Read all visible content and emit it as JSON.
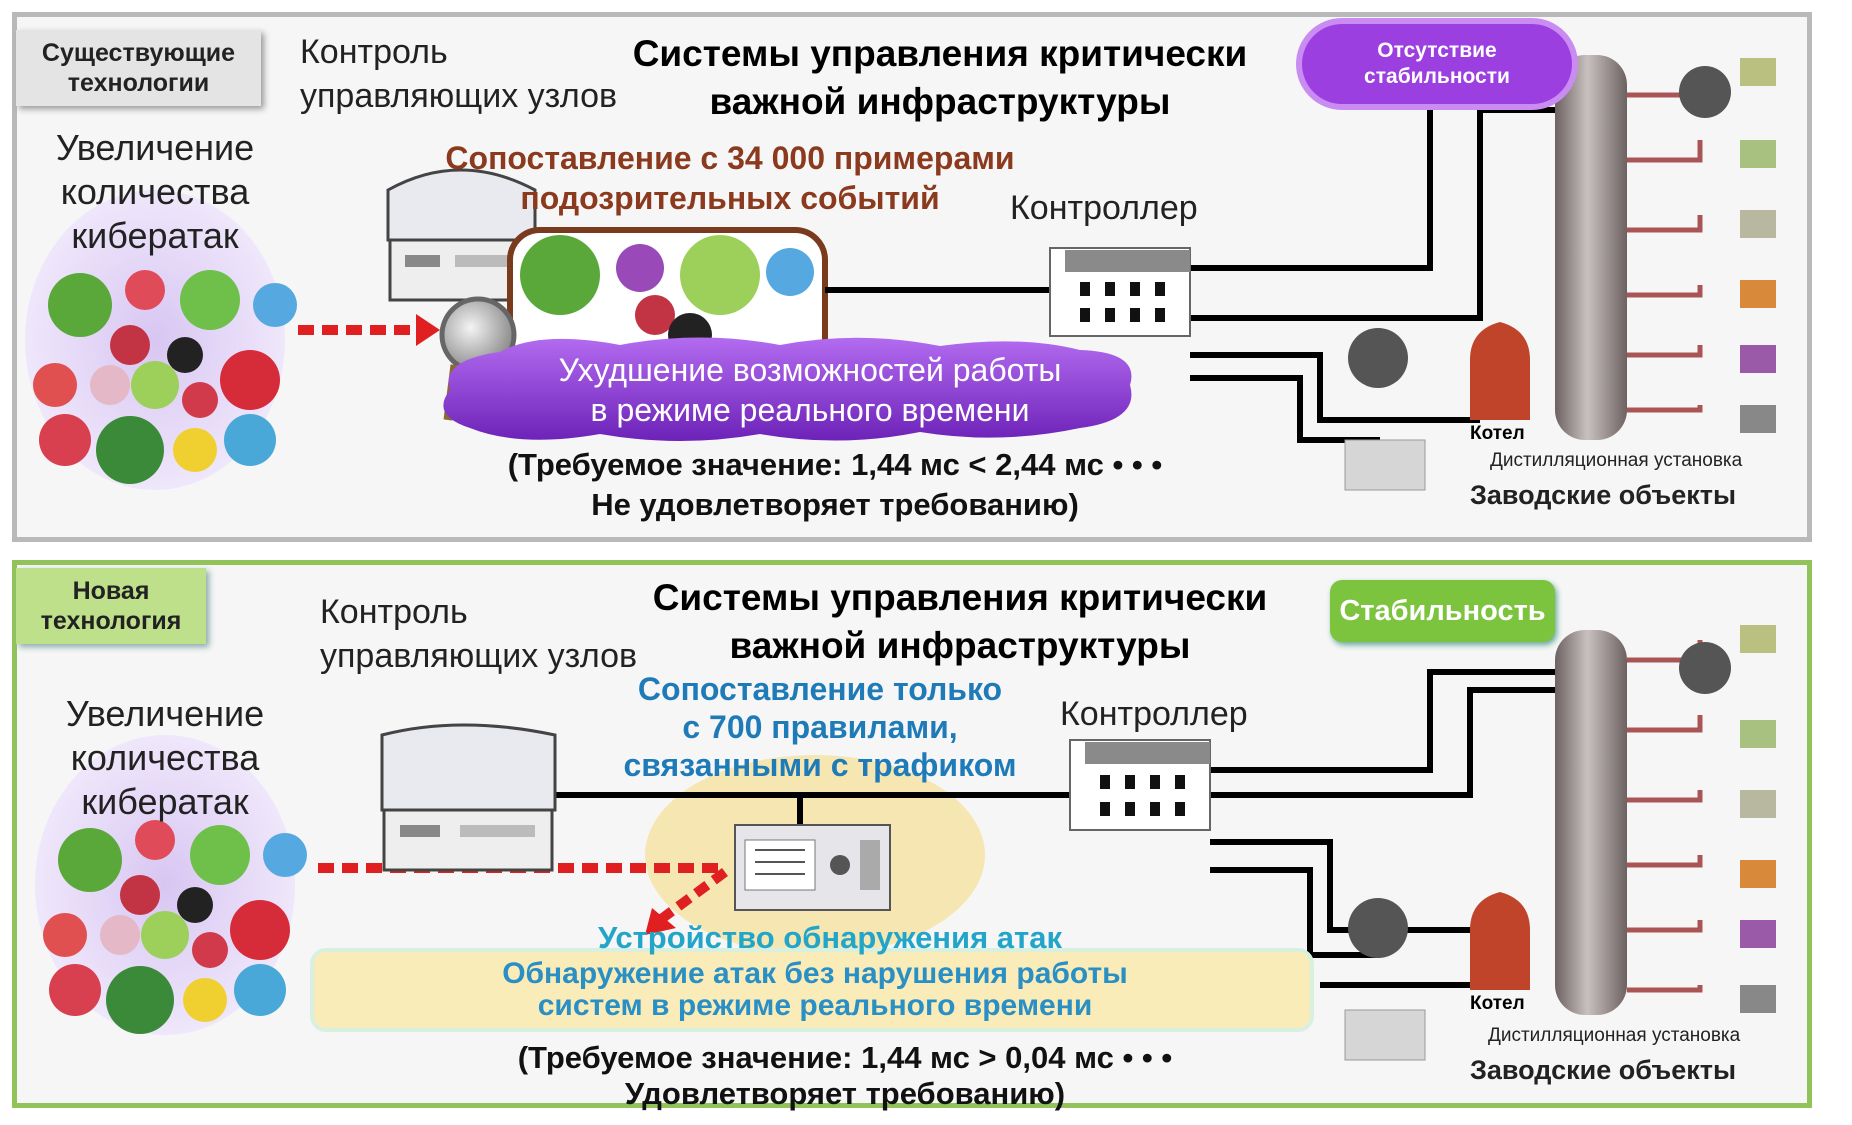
{
  "top": {
    "badge": "Существующие\nтехнологии",
    "control_label": "Контроль\nуправляющих узлов",
    "title": "Системы управления критически\nважной инфраструктуры",
    "stability": "Отсутствие\nстабильности",
    "cyber_increase": "Увеличение\nколичества\nкибератак",
    "comparison": "Сопоставление с 34 000 примерами\nподозрительных событий",
    "controller": "Контроллер",
    "degradation": "Ухудшение возможностей работы\nв режиме реального времени",
    "requirement": "(Требуемое значение: 1,44 мс < 2,44 мс • • •\nНе удовлетворяет требованию)",
    "boiler": "Котел",
    "distillation": "Дистилляционная установка",
    "plant": "Заводские объекты"
  },
  "bottom": {
    "badge": "Новая\nтехнология",
    "control_label": "Контроль\nуправляющих узлов",
    "title": "Системы управления критически\nважной инфраструктуры",
    "stability": "Стабильность",
    "cyber_increase": "Увеличение\nколичества\nкибератак",
    "comparison": "Сопоставление только\nс 700 правилами,\nсвязанными с трафиком",
    "controller": "Контроллер",
    "detector": "Устройство обнаружения атак",
    "detection": "Обнаружение атак без нарушения работы\nсистем в режиме реального времени",
    "requirement": "(Требуемое значение: 1,44 мс > 0,04 мс • • •\nУдовлетворяет требованию)",
    "boiler": "Котел",
    "distillation": "Дистилляционная установка",
    "plant": "Заводские объекты"
  },
  "colors": {
    "comparison_old": "#8b3a1e",
    "comparison_new": "#1f7bb8",
    "detector": "#22a5c9",
    "detection": "#2a8fc4",
    "purple": "#9c3fe0",
    "green": "#7cc33e",
    "arrow_red": "#e02020"
  },
  "icons": [
    "virus-icon",
    "magnifier-icon",
    "computer-icon",
    "controller-icon",
    "pump-icon",
    "boiler-icon",
    "tank-icon",
    "distillation-column-icon",
    "attack-detector-icon"
  ]
}
